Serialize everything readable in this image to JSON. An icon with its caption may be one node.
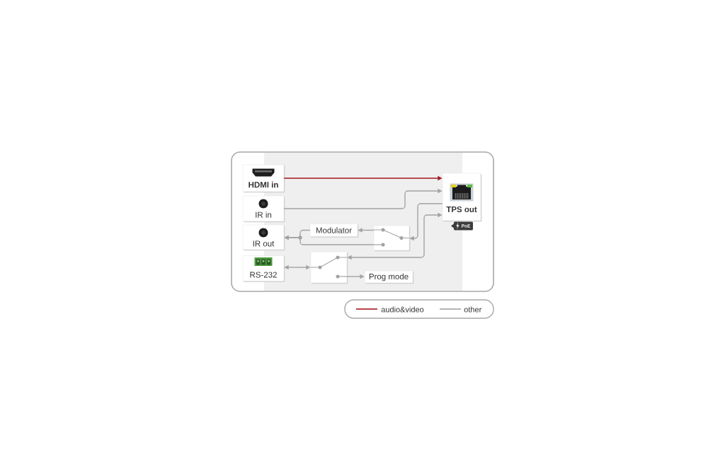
{
  "diagram": {
    "nodes": [
      {
        "text": [
          "HDMI in"
        ]
      },
      {
        "text": [
          "IR in"
        ]
      },
      {
        "text": [
          "IR out"
        ]
      },
      {
        "text": [
          "RS-232"
        ]
      },
      {
        "text": [
          "TPS out"
        ],
        "beside": [
          "PoE"
        ]
      },
      {
        "text": [
          "Modulator"
        ]
      },
      {
        "text": [],
        "shape": "box"
      },
      {
        "text": [],
        "shape": "box"
      },
      {
        "text": [
          "Prog mode"
        ]
      }
    ],
    "edges": [
      {
        "from": 0,
        "to": 4,
        "arrow": "to",
        "color": "#a3161e"
      },
      {
        "from": 1,
        "to": 4,
        "arrow": "to"
      },
      {
        "from": 4,
        "to": 6,
        "arrow": "to"
      },
      {
        "from": 7,
        "to": 4,
        "arrow": "both"
      },
      {
        "from": 6,
        "to": 5,
        "arrow": "to"
      },
      {
        "from": 5,
        "to": 2,
        "arrow": "to"
      },
      {
        "from": 6,
        "to": 2,
        "arrow": "to"
      },
      {
        "from": 3,
        "to": 7,
        "arrow": "both"
      },
      {
        "from": 7,
        "to": 8,
        "arrow": "to"
      }
    ],
    "legend": [
      {
        "text": "audio&video"
      },
      {
        "text": "other"
      }
    ]
  }
}
